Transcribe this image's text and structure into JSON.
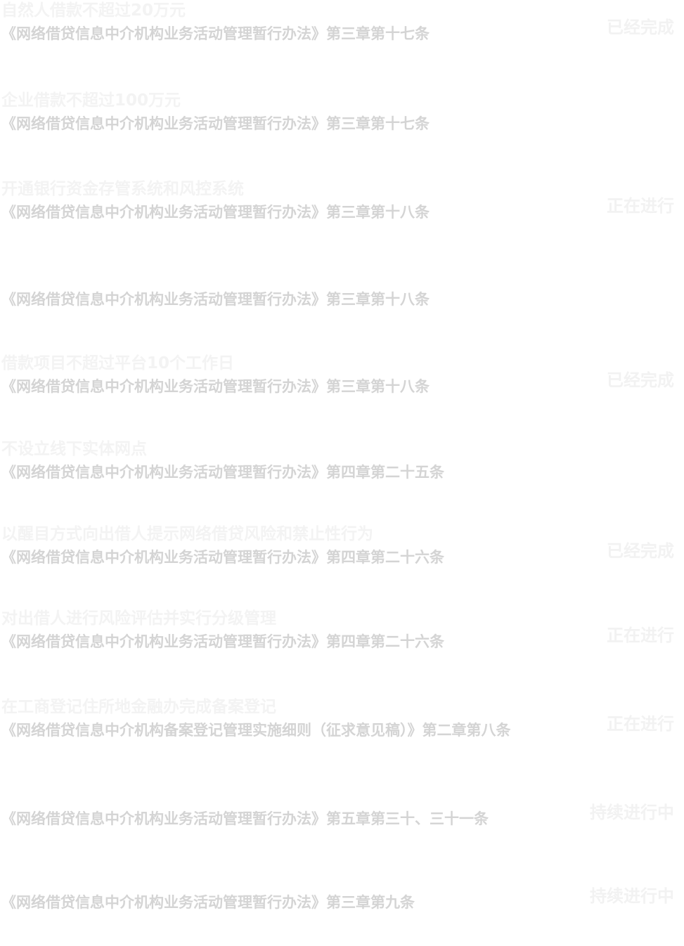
{
  "compliance_items": [
    {
      "requirement": "自然人借款不超过20万元",
      "reference": "《网络借贷信息中介机构业务活动管理暂行办法》第三章第十七条",
      "status": "已经完成"
    },
    {
      "requirement": "企业借款不超过100万元",
      "reference": "《网络借贷信息中介机构业务活动管理暂行办法》第三章第十七条",
      "status": ""
    },
    {
      "requirement": "开通银行资金存管系统和风控系统",
      "reference": "《网络借贷信息中介机构业务活动管理暂行办法》第三章第十八条",
      "status": "正在进行"
    },
    {
      "requirement": "",
      "reference": "《网络借贷信息中介机构业务活动管理暂行办法》第三章第十八条",
      "status": ""
    },
    {
      "requirement": "借款项目不超过平台10个工作日",
      "reference": "《网络借贷信息中介机构业务活动管理暂行办法》第三章第十八条",
      "status": "已经完成"
    },
    {
      "requirement": "不设立线下实体网点",
      "reference": "《网络借贷信息中介机构业务活动管理暂行办法》第四章第二十五条",
      "status": ""
    },
    {
      "requirement": "以醒目方式向出借人提示网络借贷风险和禁止性行为",
      "reference": "《网络借贷信息中介机构业务活动管理暂行办法》第四章第二十六条",
      "status": "已经完成"
    },
    {
      "requirement": "对出借人进行风险评估并实行分级管理",
      "reference": "《网络借贷信息中介机构业务活动管理暂行办法》第四章第二十六条",
      "status": "正在进行"
    },
    {
      "requirement": "在工商登记住所地金融办完成备案登记",
      "reference": "《网络借贷信息中介机构备案登记管理实施细则（征求意见稿）》第二章第八条",
      "status": "正在进行"
    },
    {
      "requirement": "",
      "reference": "《网络借贷信息中介机构业务活动管理暂行办法》第五章第三十、三十一条",
      "status": "持续进行中"
    },
    {
      "requirement": "",
      "reference": "《网络借贷信息中介机构业务活动管理暂行办法》第三章第九条",
      "status": "持续进行中"
    }
  ]
}
